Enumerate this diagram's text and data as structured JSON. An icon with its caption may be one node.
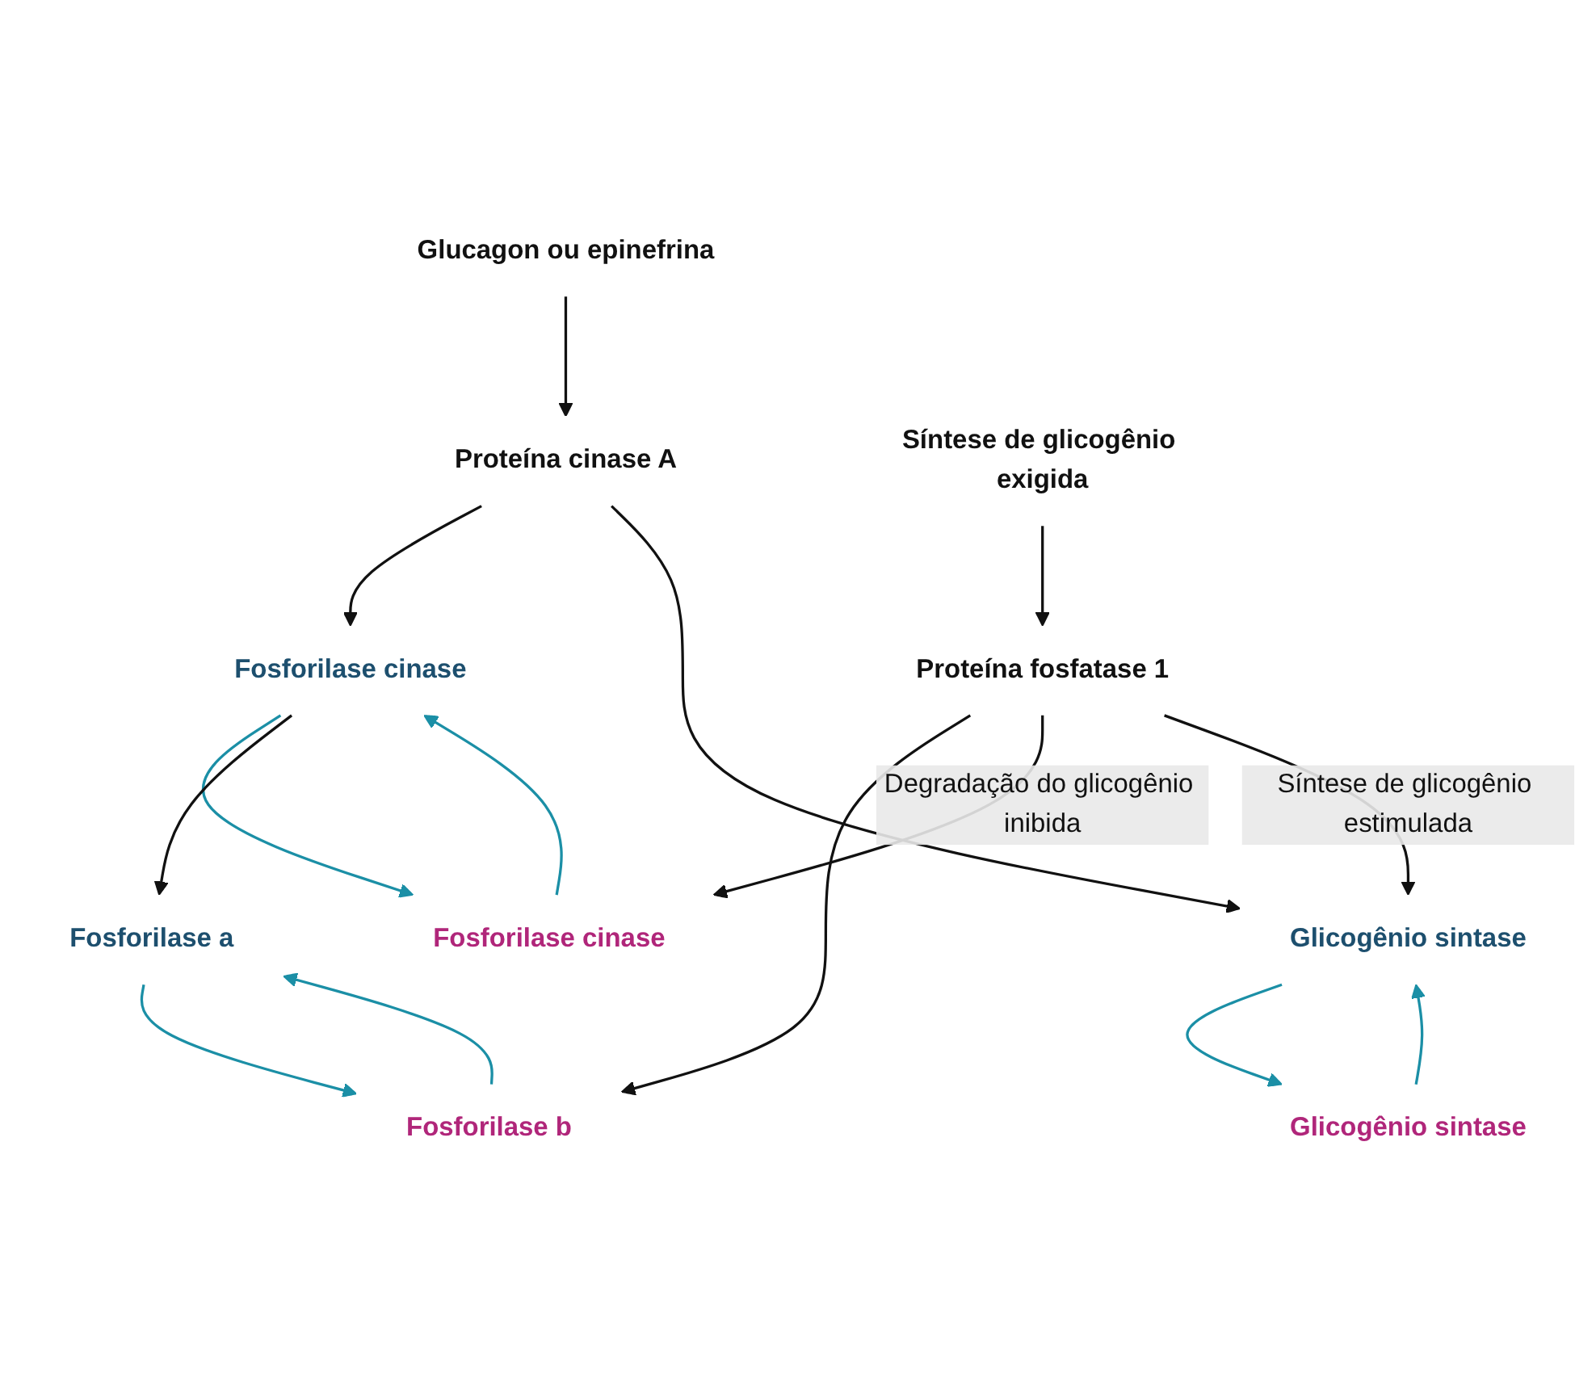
{
  "diagram": {
    "nodes": [
      {
        "text": [
          "Glucagon ou epinefrina"
        ]
      },
      {
        "text": [
          "Proteína cinase A"
        ]
      },
      {
        "text": [
          "Fosforilase cinase"
        ]
      },
      {
        "text": [
          "Fosforilase cinase"
        ]
      },
      {
        "text": [
          "Glicogênio sintase"
        ]
      },
      {
        "text": [
          "Glicogênio sintase"
        ]
      },
      {
        "text": [
          "Fosforilase b"
        ]
      },
      {
        "text": [
          "Fosforilase a"
        ]
      },
      {
        "text": [
          "Proteína fosfatase 1"
        ]
      },
      {
        "text": [
          "Síntese de glicogênio exigida"
        ]
      }
    ],
    "edges": [
      {
        "from": 0,
        "to": 1,
        "arrow": "to"
      },
      {
        "from": 1,
        "to": 3,
        "arrow": "to"
      },
      {
        "from": 1,
        "to": 4,
        "arrow": "to"
      },
      {
        "from": 2,
        "to": 3,
        "arrow": "to",
        "color": "#1b8fa6"
      },
      {
        "from": 3,
        "to": 2,
        "arrow": "to",
        "color": "#1b8fa6"
      },
      {
        "from": 4,
        "to": 5,
        "arrow": "to",
        "color": "#1b8fa6"
      },
      {
        "from": 5,
        "to": 4,
        "arrow": "to",
        "color": "#1b8fa6"
      },
      {
        "from": 3,
        "to": 7,
        "arrow": "to"
      },
      {
        "from": 6,
        "to": 7,
        "arrow": "to",
        "color": "#1b8fa6"
      },
      {
        "from": 7,
        "to": 6,
        "arrow": "to",
        "color": "#1b8fa6"
      },
      {
        "from": 8,
        "to": 6,
        "arrow": "to"
      },
      {
        "from": 8,
        "to": 2,
        "arrow": "to",
        "label": "Degradação do glicogênio inibida"
      },
      {
        "from": 8,
        "to": 4,
        "arrow": "to",
        "label": "Síntese de glicogênio estimulada"
      },
      {
        "from": 9,
        "to": 8,
        "arrow": "to"
      }
    ]
  }
}
